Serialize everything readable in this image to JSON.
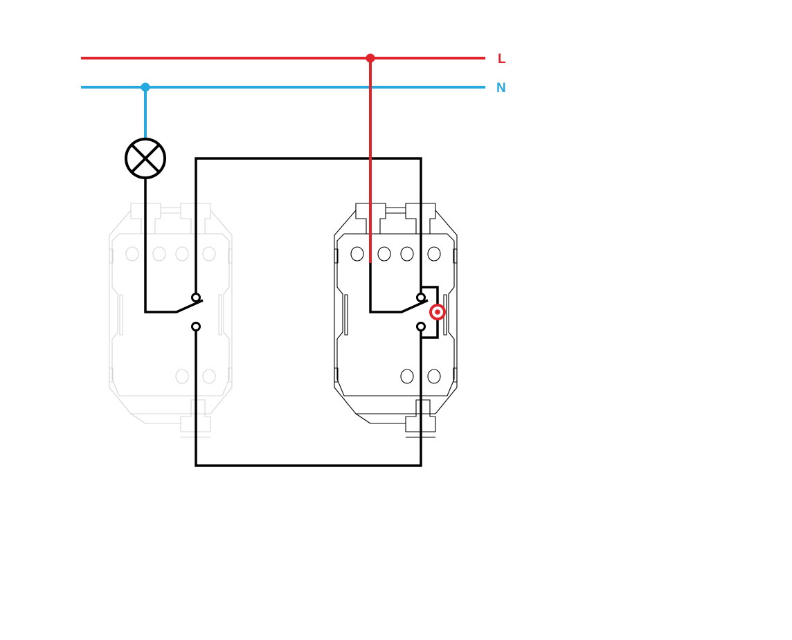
{
  "diagram": {
    "type": "wiring-diagram",
    "colors": {
      "live": "#e0242b",
      "neutral": "#27a9e0",
      "conductor": "#000000",
      "ghost_device": "#d4d4d4",
      "active_device": "#000000",
      "indicator": "#e0242b"
    },
    "buses": [
      {
        "id": "live",
        "label": "L"
      },
      {
        "id": "neutral",
        "label": "N"
      }
    ],
    "components": [
      {
        "id": "lamp",
        "symbol": "lamp-cross"
      },
      {
        "id": "switch-left",
        "symbol": "two-way-switch",
        "style": "ghost"
      },
      {
        "id": "switch-right",
        "symbol": "two-way-switch",
        "style": "active",
        "indicator": "red-ring"
      }
    ]
  }
}
